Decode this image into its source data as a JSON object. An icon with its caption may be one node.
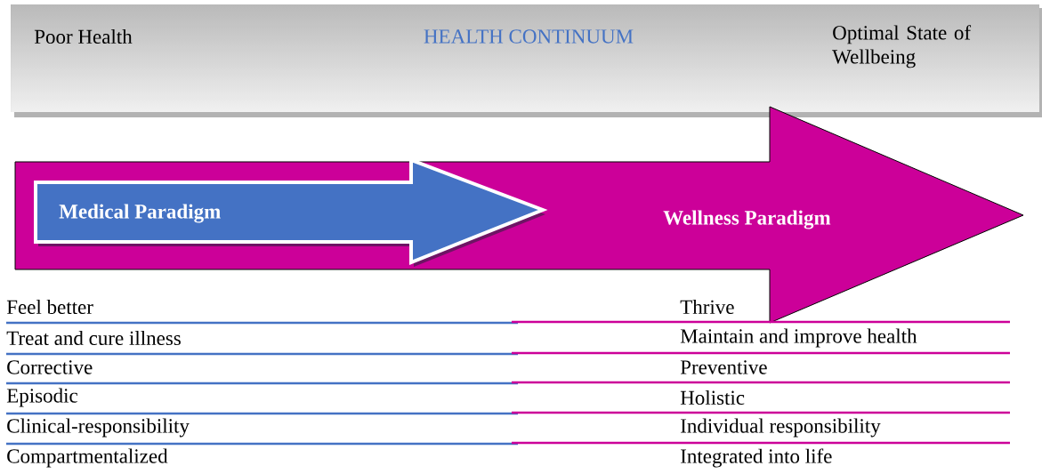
{
  "diagram": {
    "nodes": [
      {
        "text": [
          "Poor Health",
          "HEALTH CONTINUUM",
          "Optimal State of Wellbeing"
        ]
      },
      {
        "text": [
          "Wellness Paradigm"
        ]
      },
      {
        "text": [
          "Medical Paradigm"
        ],
        "in": 1
      }
    ],
    "labels": [
      "Feel better",
      "Thrive",
      "Treat and cure illness",
      "Maintain and improve health",
      "Corrective",
      "Preventive",
      "Episodic",
      "Holistic",
      "Clinical-responsibility",
      "Individual responsibility",
      "Compartmentalized",
      "Integrated into life"
    ]
  }
}
